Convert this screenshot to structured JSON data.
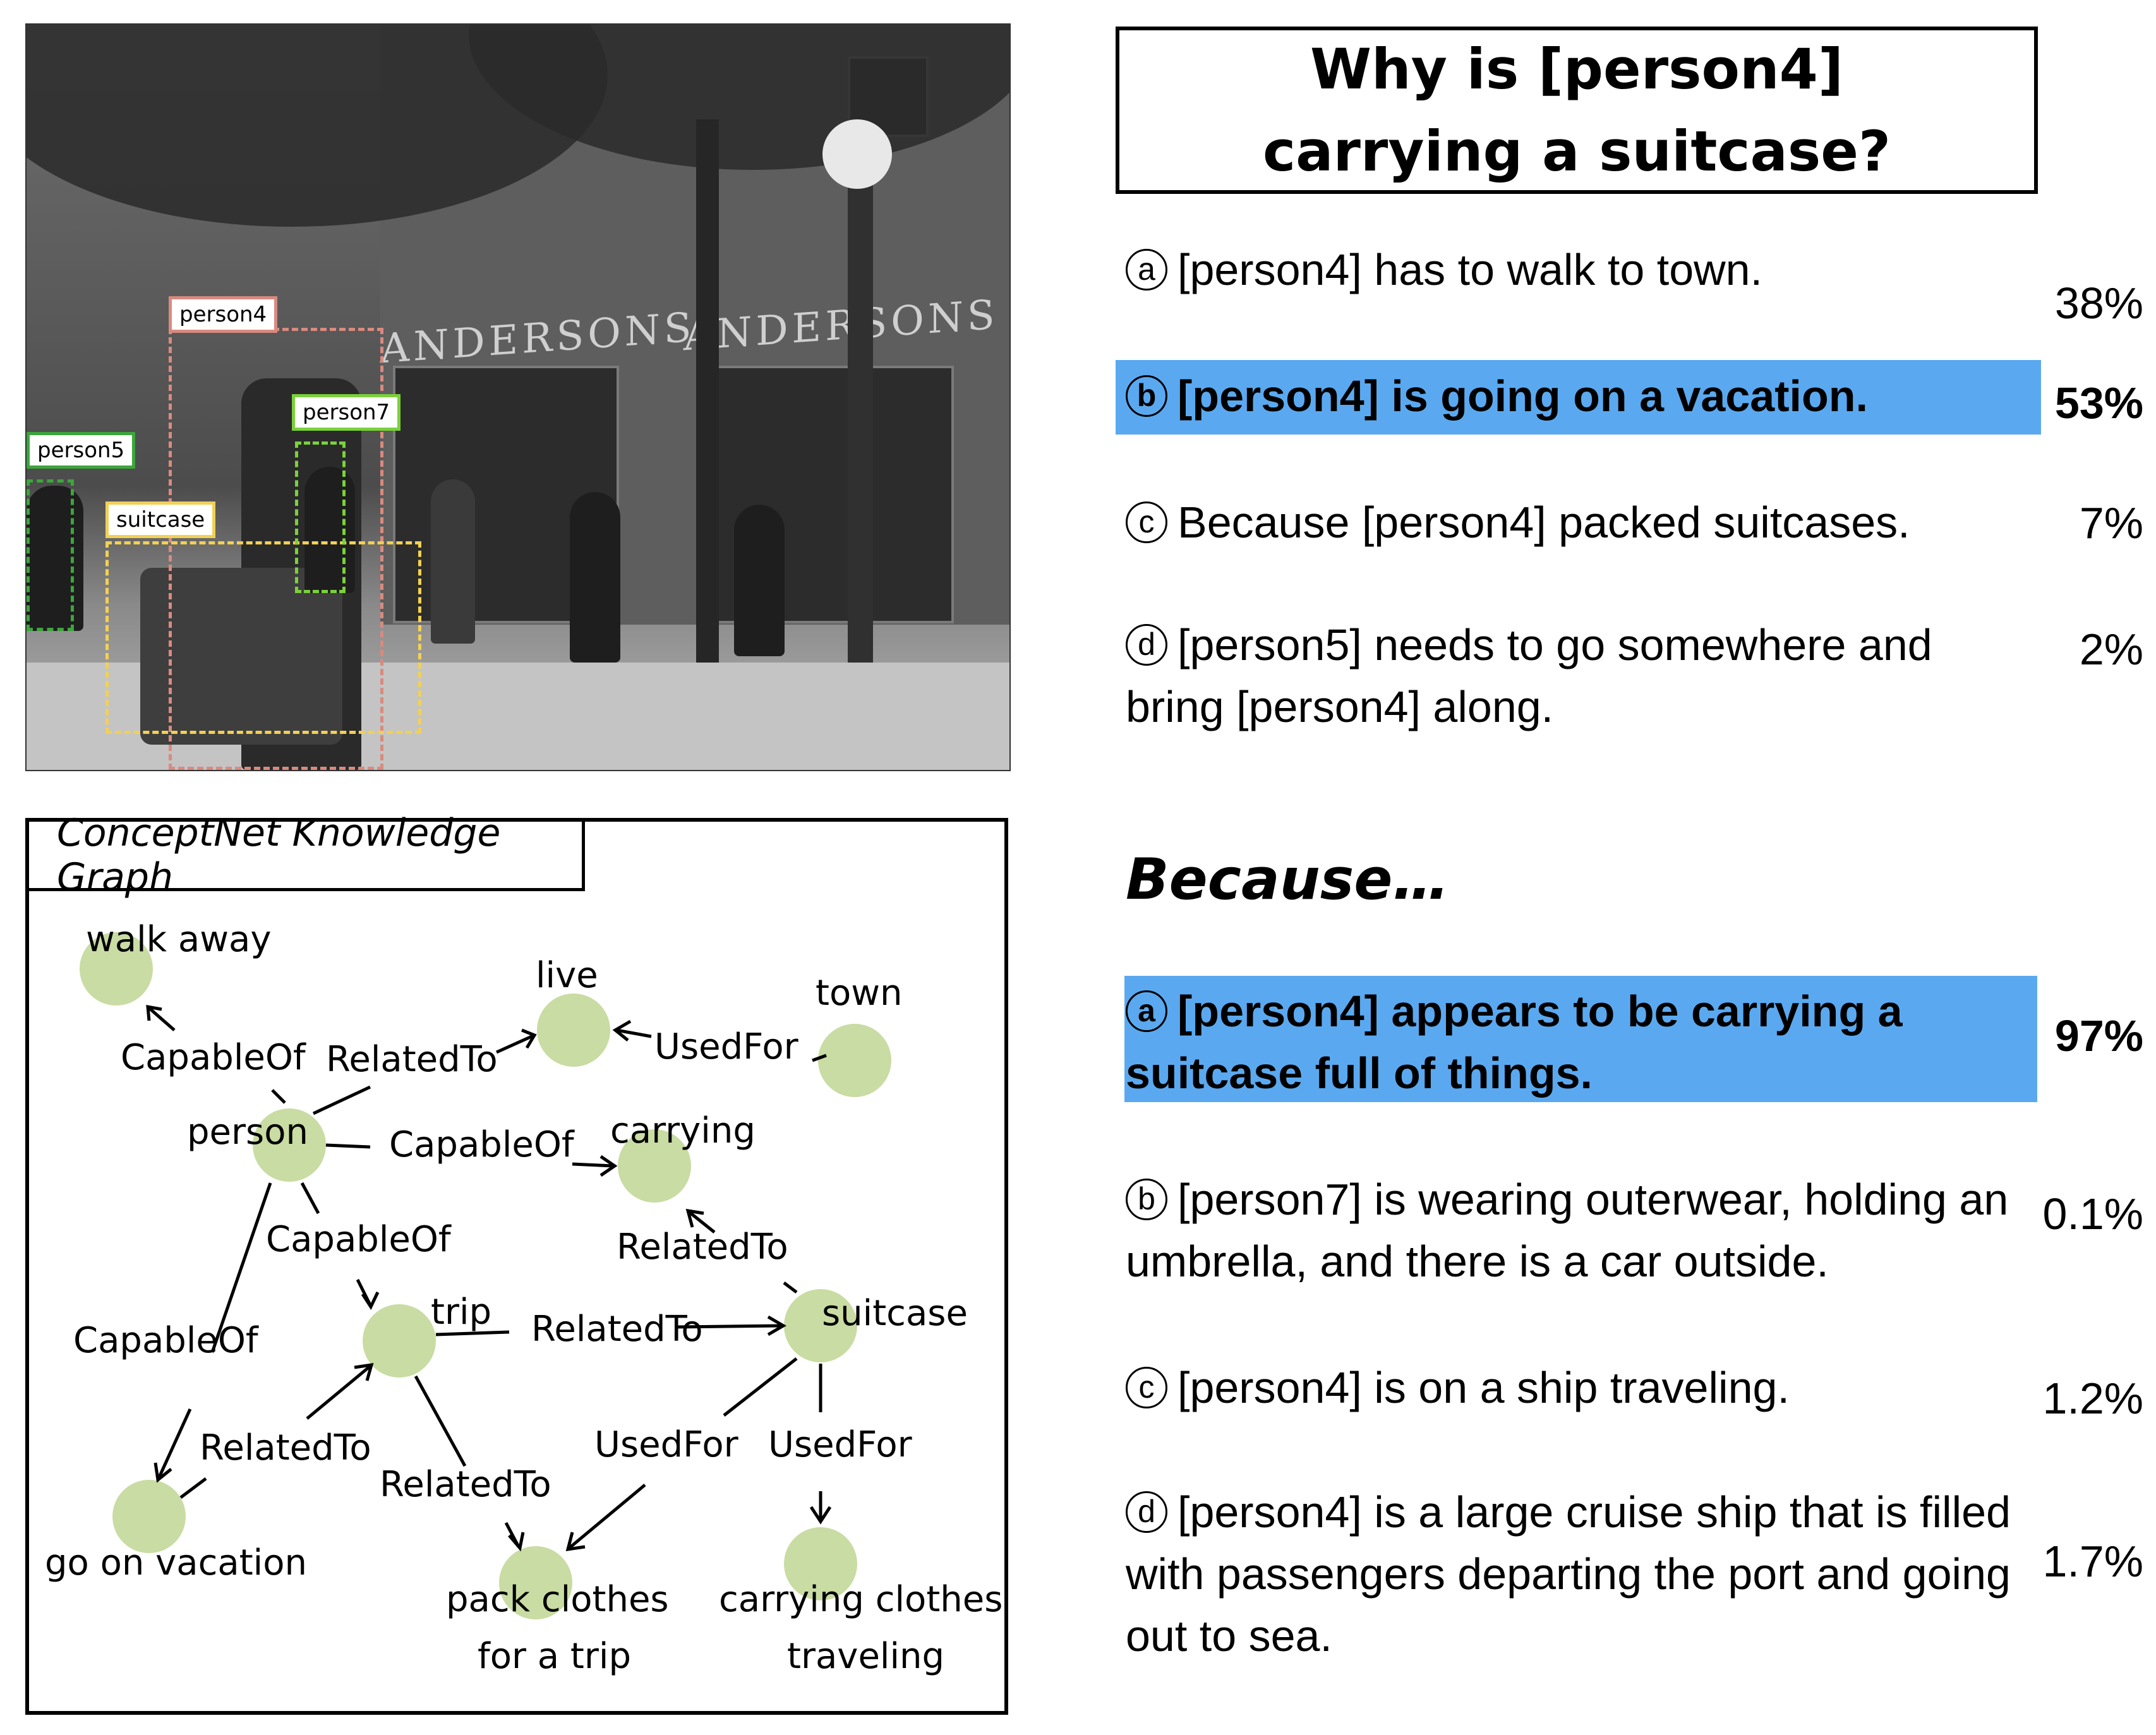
{
  "scene": {
    "sign_left": "ANDERSONS",
    "sign_right": "ANDERSONS",
    "boxes": {
      "person4": "person4",
      "person7": "person7",
      "person5": "person5",
      "suitcase": "suitcase"
    },
    "colors": {
      "person4": "#d98a80",
      "person7": "#7ad13a",
      "person5": "#3ca63c",
      "suitcase": "#f2d055"
    }
  },
  "question": "Why is [person4] carrying a suitcase?",
  "answers": [
    {
      "letter": "a",
      "text": "[person4] has to walk to town.",
      "pct": "38%",
      "selected": false
    },
    {
      "letter": "b",
      "text": "[person4] is going on a vacation.",
      "pct": "53%",
      "selected": true
    },
    {
      "letter": "c",
      "text": "Because [person4] packed suitcases.",
      "pct": "7%",
      "selected": false
    },
    {
      "letter": "d",
      "text": "[person5] needs to go somewhere and bring [person4] along.",
      "pct": "2%",
      "selected": false
    }
  ],
  "because_label": "Because…",
  "rationales": [
    {
      "letter": "a",
      "text": "[person4] appears to be carrying a suitcase full of things.",
      "pct": "97%",
      "selected": true
    },
    {
      "letter": "b",
      "text": "[person7] is wearing outerwear, holding an umbrella, and there is a car outside.",
      "pct": "0.1%",
      "selected": false
    },
    {
      "letter": "c",
      "text": "[person4] is on a ship traveling.",
      "pct": "1.2%",
      "selected": false
    },
    {
      "letter": "d",
      "text": "[person4] is a large cruise ship that is filled with passengers departing the port and going out to sea.",
      "pct": "1.7%",
      "selected": false
    }
  ],
  "highlight_color": "#5aa9f0",
  "graph": {
    "title": "ConceptNet Knowledge Graph",
    "nodes": {
      "walk_away": "walk away",
      "live": "live",
      "town": "town",
      "person": "person",
      "carrying": "carrying",
      "trip": "trip",
      "suitcase": "suitcase",
      "go_on_vacation": "go on vacation",
      "pack_clothes_1": "pack clothes",
      "pack_clothes_2": "for a trip",
      "carrying_clothes_1": "carrying clothes",
      "carrying_clothes_2": "traveling"
    },
    "edges": {
      "person_walk": "CapableOf",
      "person_live": "RelatedTo",
      "town_live": "UsedFor",
      "person_carrying": "CapableOf",
      "suitcase_carrying": "RelatedTo",
      "person_trip": "CapableOf",
      "person_vacation": "CapableOf",
      "trip_suitcase": "RelatedTo",
      "vacation_trip": "RelatedTo",
      "trip_pack": "RelatedTo",
      "suitcase_pack": "UsedFor",
      "suitcase_carry": "UsedFor"
    }
  }
}
